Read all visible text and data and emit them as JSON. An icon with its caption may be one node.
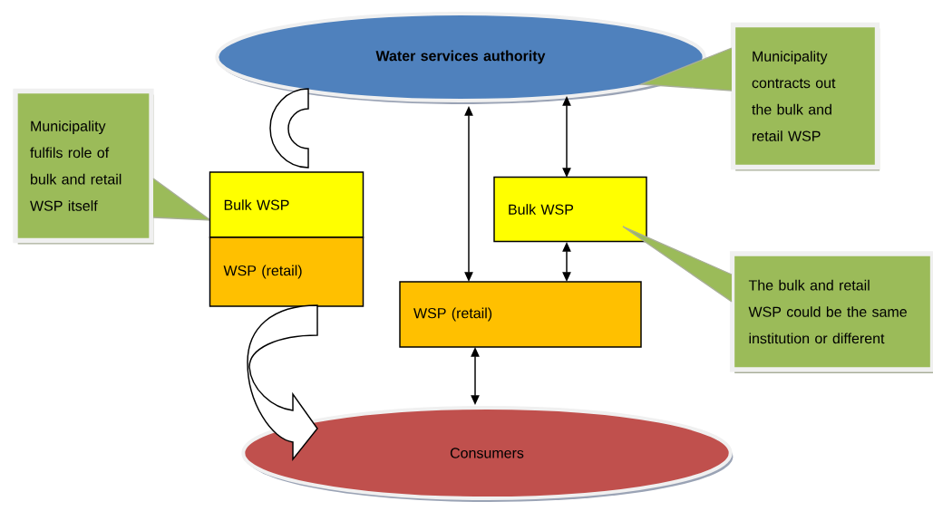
{
  "diagram": {
    "nodes": [
      {
        "text": [
          "Water services authority"
        ]
      },
      {
        "text": [
          "Municipality fulfils role of bulk and retail WSP itself"
        ]
      },
      {
        "text": [
          "Bulk WSP"
        ]
      },
      {
        "text": [
          "WSP (retail)"
        ]
      },
      {
        "text": [
          "Municipality contracts out the bulk and retail WSP"
        ]
      },
      {
        "text": [
          "Bulk WSP"
        ]
      },
      {
        "text": [
          "WSP (retail)"
        ]
      },
      {
        "text": [
          "The bulk and retail WSP could be the same institution or different"
        ]
      },
      {
        "text": [
          "Consumers"
        ]
      }
    ],
    "edges": [
      {
        "from": 2,
        "to": 0,
        "arrow": "none"
      },
      {
        "from": 3,
        "to": 8,
        "arrow": "to"
      },
      {
        "from": 0,
        "to": 6,
        "arrow": "both"
      },
      {
        "from": 0,
        "to": 5,
        "arrow": "both"
      },
      {
        "from": 5,
        "to": 6,
        "arrow": "both"
      },
      {
        "from": 6,
        "to": 8,
        "arrow": "both"
      }
    ]
  }
}
